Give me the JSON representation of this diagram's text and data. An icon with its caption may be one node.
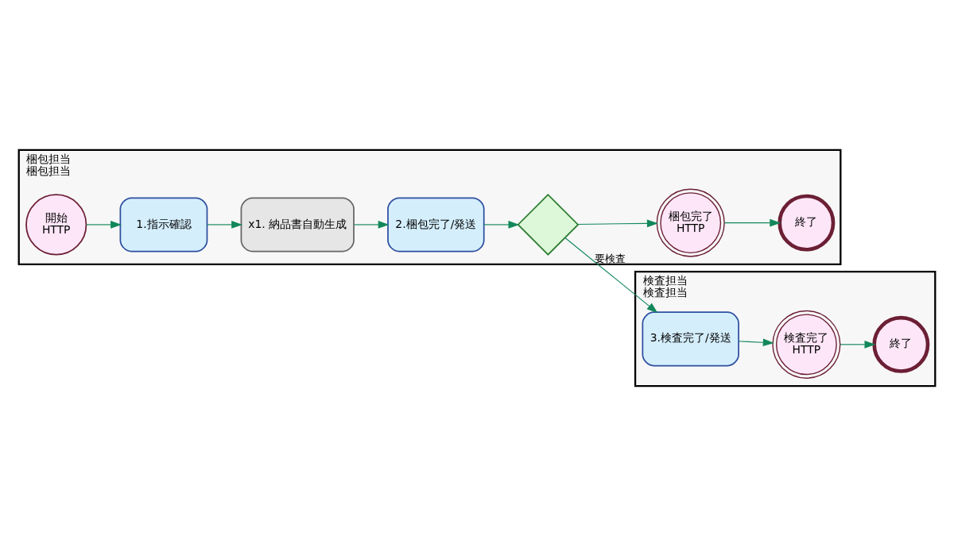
{
  "diagram": {
    "nodes": [
      {
        "text": [
          "梱包担当",
          "梱包担当"
        ]
      },
      {
        "text": [
          "開始",
          "HTTP"
        ],
        "in": 0
      },
      {
        "text": [
          "1.指示確認"
        ],
        "in": 0
      },
      {
        "text": [
          "x1. 納品書自動生成"
        ],
        "in": 0
      },
      {
        "text": [
          "2.梱包完了/発送"
        ],
        "in": 0
      },
      {
        "text": [],
        "shape": "diamond",
        "in": 0
      },
      {
        "text": [
          "梱包完了",
          "HTTP"
        ],
        "in": 0
      },
      {
        "text": [
          "終了"
        ],
        "in": 0
      },
      {
        "text": [
          "検査担当",
          "検査担当"
        ]
      },
      {
        "text": [
          "3.検査完了/発送"
        ],
        "in": 8
      },
      {
        "text": [
          "検査完了",
          "HTTP"
        ],
        "in": 8
      },
      {
        "text": [
          "終了"
        ],
        "in": 8
      }
    ],
    "edges": [
      {
        "from": 1,
        "to": 2,
        "arrow": "to"
      },
      {
        "from": 2,
        "to": 3,
        "arrow": "to"
      },
      {
        "from": 3,
        "to": 4,
        "arrow": "to"
      },
      {
        "from": 4,
        "to": 5,
        "arrow": "to"
      },
      {
        "from": 5,
        "to": 6,
        "arrow": "to"
      },
      {
        "from": 6,
        "to": 7,
        "arrow": "to"
      },
      {
        "from": 5,
        "to": 9,
        "label": "要検査",
        "arrow": "to"
      },
      {
        "from": 9,
        "to": 10,
        "arrow": "to"
      },
      {
        "from": 10,
        "to": 11,
        "arrow": "to"
      }
    ]
  }
}
